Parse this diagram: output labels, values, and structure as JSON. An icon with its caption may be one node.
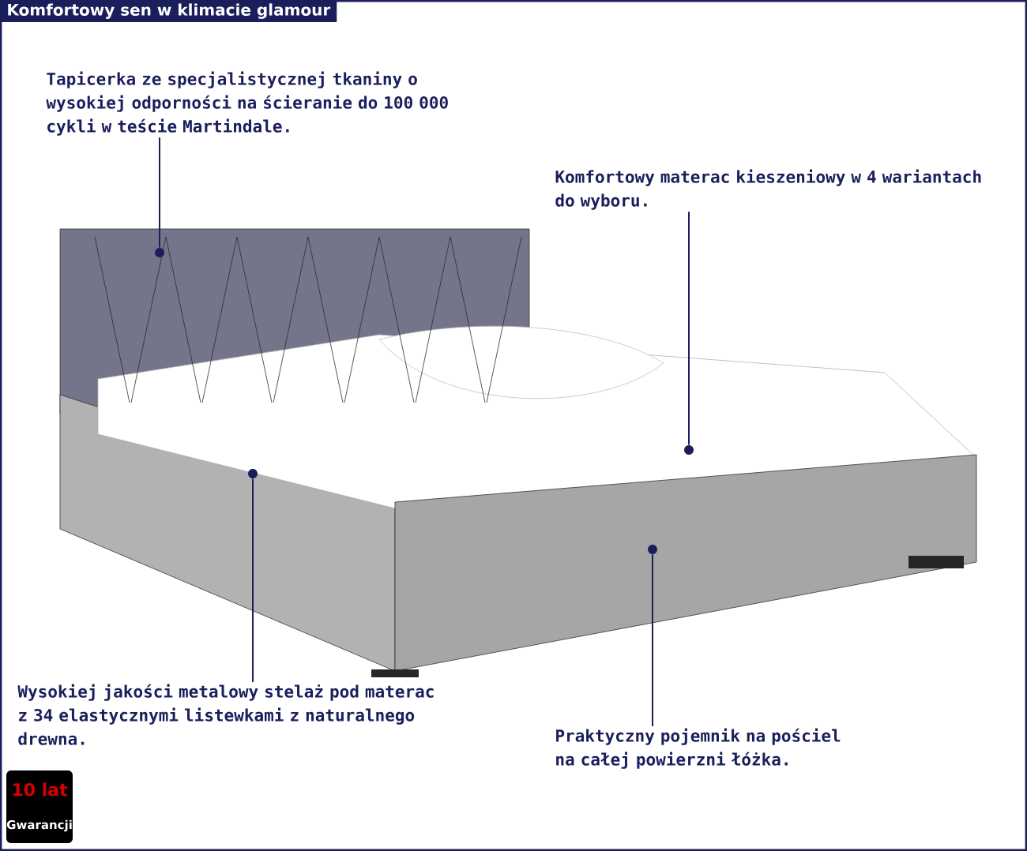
{
  "diagram": {
    "title": "Komfortowy sen w klimacie glamour",
    "nodes": [
      {
        "text": [
          "Tapicerka ze specjalistycznej tkaniny o wysokiej odporności na ścieranie do 100 000 cykli w teście Martindale."
        ]
      },
      {
        "text": [
          "Komfortowy materac kieszeniowy w 4 wariantach do wyboru."
        ]
      },
      {
        "text": [
          "Wysokiej jakości metalowy stelaż pod materac z 34 elastycznymi listewkami z naturalnego drewna."
        ]
      },
      {
        "text": [
          "Praktyczny pojemnik na pościel na całej powierzni łóżka."
        ]
      },
      {
        "text": [],
        "shape": "circle"
      },
      {
        "text": [],
        "shape": "circle"
      },
      {
        "text": [],
        "shape": "circle"
      },
      {
        "text": [],
        "shape": "circle"
      }
    ],
    "edges": [
      {
        "from": 0,
        "to": 4,
        "arrow": "none"
      },
      {
        "from": 1,
        "to": 5,
        "arrow": "none"
      },
      {
        "from": 2,
        "to": 6,
        "arrow": "none"
      },
      {
        "from": 3,
        "to": 7,
        "arrow": "none"
      }
    ],
    "labels": [
      "10 lat",
      "Gwarancji"
    ]
  }
}
